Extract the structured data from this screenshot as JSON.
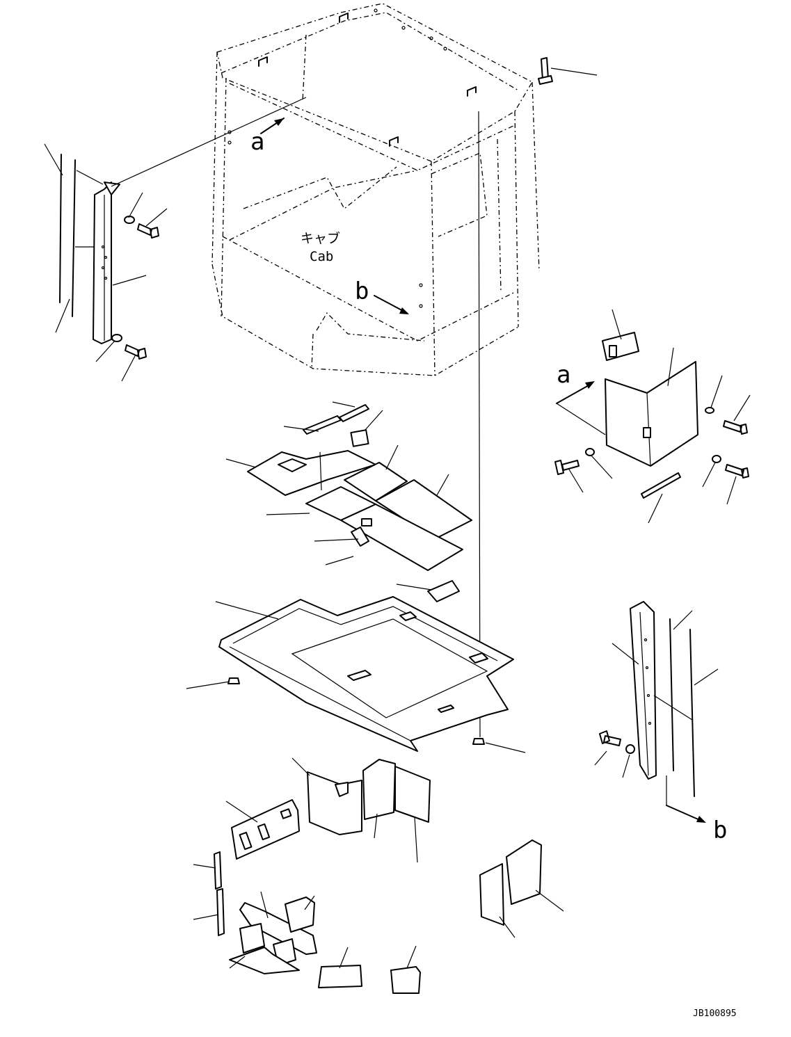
{
  "labels": {
    "cab_jp": "キャブ",
    "cab_en": "Cab",
    "view_a": "a",
    "view_b": "b",
    "drawing_number": "JB100895"
  }
}
